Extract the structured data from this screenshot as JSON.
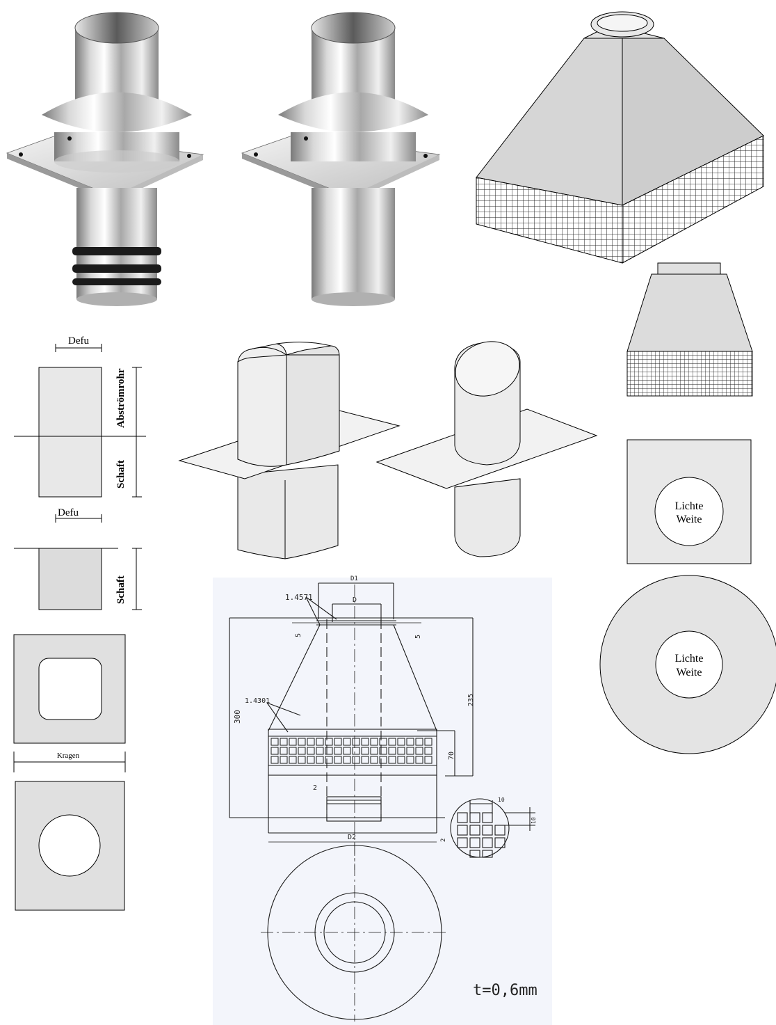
{
  "labels": {
    "defu_top": "Defu",
    "abstroemrohr": "Abströmrohr",
    "schaft_top": "Schaft",
    "defu_bottom": "Defu",
    "schaft_bottom": "Schaft",
    "kragen": "Kragen",
    "lichte_weite_1_line1": "Lichte",
    "lichte_weite_1_line2": "Weite",
    "lichte_weite_2_line1": "Lichte",
    "lichte_weite_2_line2": "Weite"
  },
  "drawing": {
    "mat_top": "1.4571",
    "mat_body": "1.4301",
    "dim_top": "D1",
    "dim_d": "D",
    "dim_5_left": "5",
    "dim_5_right": "5",
    "dim_300": "300",
    "dim_235": "235",
    "dim_70": "70",
    "dim_2_inner": "2",
    "dim_d2": "D2",
    "mesh_10_top": "10",
    "mesh_10_right": "10",
    "mesh_2": "2",
    "thickness": "t=0,6mm"
  },
  "colors": {
    "panel_fill": "#e6e6e6",
    "hood_fill": "#d9d9d9",
    "drawing_paper": "#f3f5fb",
    "metal_dark": "#6b6b6b",
    "metal_light": "#f4f4f4"
  }
}
